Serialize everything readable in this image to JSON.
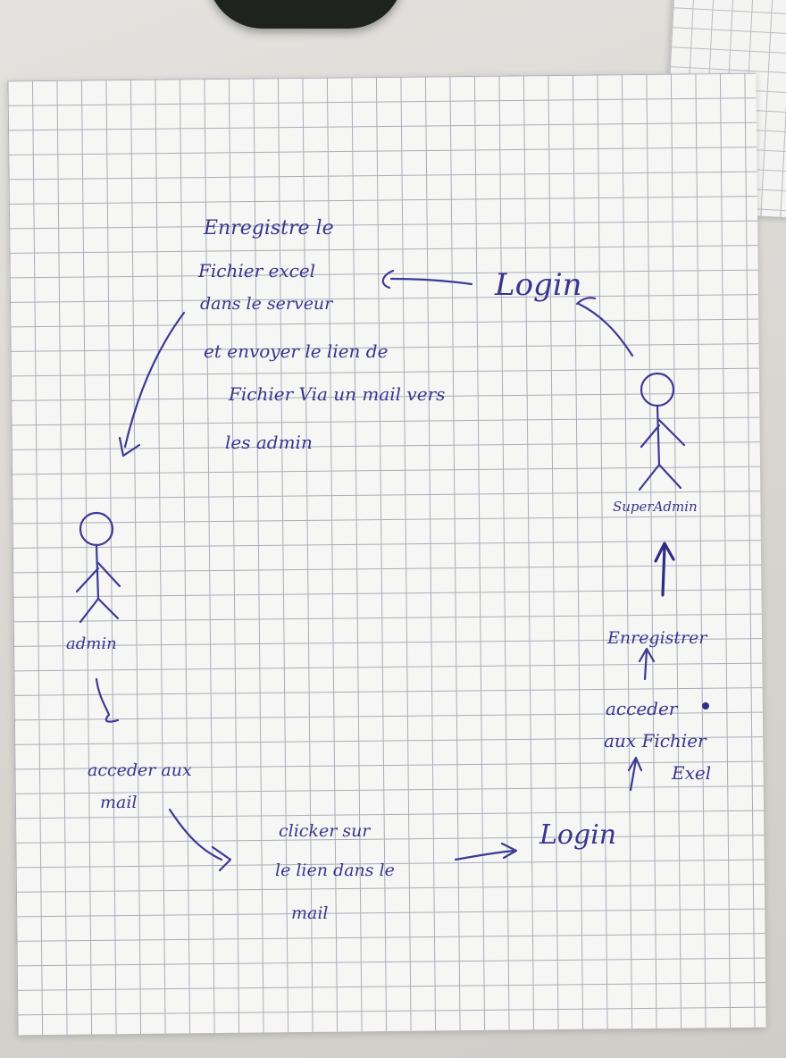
{
  "diagram": {
    "top_note": {
      "lines": [
        "Enregistre le",
        "Fichier excel",
        "dans le serveur",
        "et envoyer le lien de",
        "Fichier Via un mail vers",
        "les admin"
      ]
    },
    "login_top": "Login",
    "login_bottom": "Login",
    "actors": {
      "super_admin": "SuperAdmin",
      "admin": "admin"
    },
    "right_steps": {
      "enregistrer": "Enregistrer",
      "acceder_lines": [
        "acceder",
        "aux Fichier",
        "Exel"
      ]
    },
    "left_steps": {
      "acceder_aux_mail_lines": [
        "acceder aux",
        "mail"
      ]
    },
    "bottom_note": {
      "lines": [
        "clicker sur",
        "le lien dans le",
        "mail"
      ]
    },
    "colors": {
      "ink": "#39358f",
      "paper": "#f6f6f4",
      "grid": "#a9adba"
    }
  }
}
